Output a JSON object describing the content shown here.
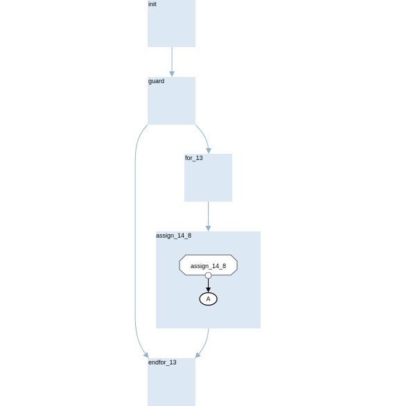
{
  "blocks": {
    "init": {
      "label": "init"
    },
    "guard": {
      "label": "guard"
    },
    "for_13": {
      "label": "for_13"
    },
    "assign_14_8": {
      "label": "assign_14_8"
    },
    "endfor_13": {
      "label": "endfor_13"
    }
  },
  "nodes": {
    "assign_op": {
      "label": "assign_14_8"
    },
    "terminal": {
      "label": "A"
    }
  },
  "edges": [
    {
      "from": "init",
      "to": "guard"
    },
    {
      "from": "guard",
      "to": "for_13"
    },
    {
      "from": "guard",
      "to": "endfor_13"
    },
    {
      "from": "for_13",
      "to": "assign_14_8"
    },
    {
      "from": "assign_14_8",
      "to": "endfor_13"
    },
    {
      "from": "assign_op",
      "to": "terminal"
    }
  ],
  "colors": {
    "block_fill": "#dde8f5",
    "edge": "#8fb3cf"
  }
}
